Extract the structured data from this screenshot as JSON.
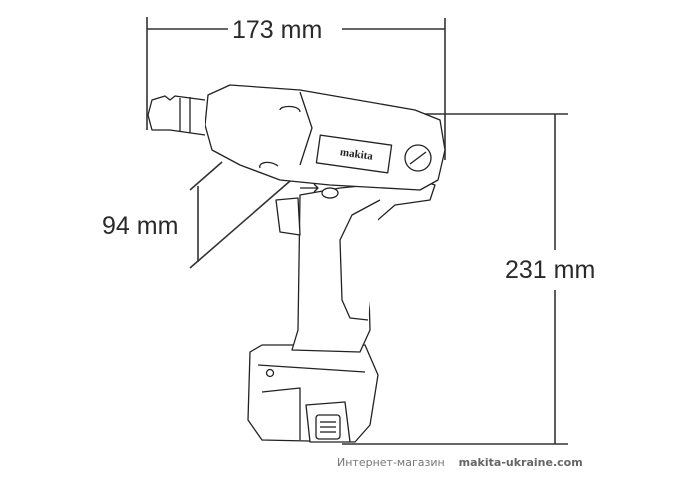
{
  "diagram": {
    "subject": "Cordless impact wrench (Makita) with battery pack — dimensions drawing",
    "brand_label": "makita",
    "dimensions": {
      "length": "173 mm",
      "width": "94 mm",
      "height": "231 mm"
    }
  },
  "footer": {
    "shop_label": "Интернет-магазин",
    "site": "makita-ukraine.com"
  },
  "colors": {
    "line": "#333333",
    "text": "#2a2a2a",
    "footer_text": "#777777"
  }
}
